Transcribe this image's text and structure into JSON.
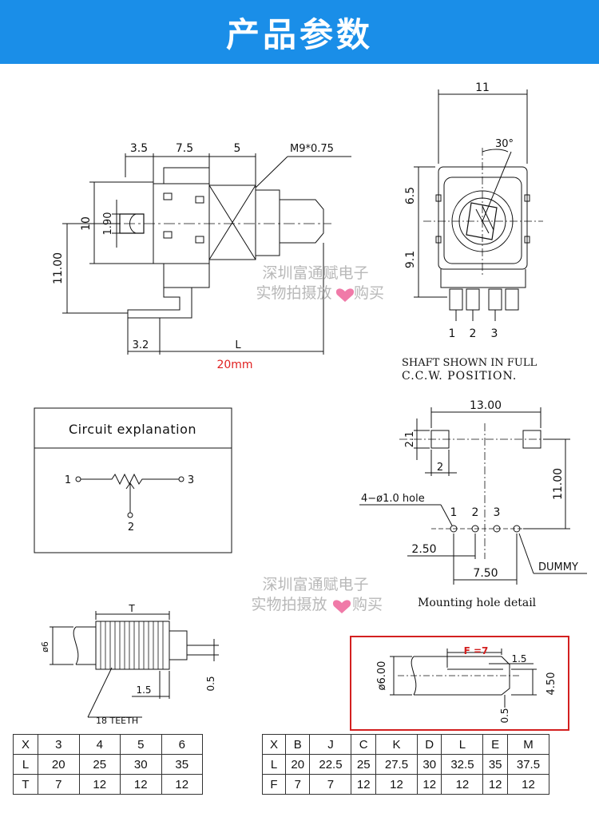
{
  "header": {
    "title": "产品参数"
  },
  "watermark": {
    "line1": "深圳富通赋电子",
    "line2a": "实物拍摄放",
    "line2b": "购买",
    "heart_color": "#f07aa8"
  },
  "side_view": {
    "dim_a": "3.5",
    "dim_b": "7.5",
    "dim_c": "5",
    "thread": "M9*0.75",
    "dim_h1": "10",
    "dim_h2": "1.90",
    "dim_h3": "11.00",
    "dim_pin": "3.2",
    "dim_len": "L",
    "len_note": "20mm"
  },
  "front_view": {
    "width": "11",
    "angle": "30°",
    "top_h": "6.5",
    "bottom_h": "9.1",
    "pins": [
      "1",
      "2",
      "3"
    ],
    "caption1": "SHAFT SHOWN IN FULL",
    "caption2": "C.C.W. POSITION."
  },
  "circuit": {
    "title": "Circuit explanation",
    "pin1": "1",
    "pin2": "2",
    "pin3": "3"
  },
  "mounting": {
    "width": "13.00",
    "pad_h": "2.1",
    "pad_w": "2",
    "height": "11.00",
    "hole_label": "4−ø1.0 hole",
    "pins": [
      "1",
      "2",
      "3"
    ],
    "pitch": "2.50",
    "span": "7.50",
    "dummy": "DUMMY",
    "caption": "Mounting hole detail"
  },
  "knurl": {
    "t": "T",
    "dia": "ø6",
    "offset": "1.5",
    "thick": "0.5",
    "teeth": "18 TEETH"
  },
  "d_shaft": {
    "f": "F =7",
    "dia": "ø6.00",
    "chamfer": "1.5",
    "flat": "4.50",
    "thick": "0.5",
    "box_color": "#d32020"
  },
  "table_left": {
    "rows": [
      [
        "X",
        "3",
        "4",
        "5",
        "6"
      ],
      [
        "L",
        "20",
        "25",
        "30",
        "35"
      ],
      [
        "T",
        "7",
        "12",
        "12",
        "12"
      ]
    ]
  },
  "table_right": {
    "rows": [
      [
        "X",
        "B",
        "J",
        "C",
        "K",
        "D",
        "L",
        "E",
        "M"
      ],
      [
        "L",
        "20",
        "22.5",
        "25",
        "27.5",
        "30",
        "32.5",
        "35",
        "37.5"
      ],
      [
        "F",
        "7",
        "7",
        "12",
        "12",
        "12",
        "12",
        "12",
        "12"
      ]
    ]
  }
}
